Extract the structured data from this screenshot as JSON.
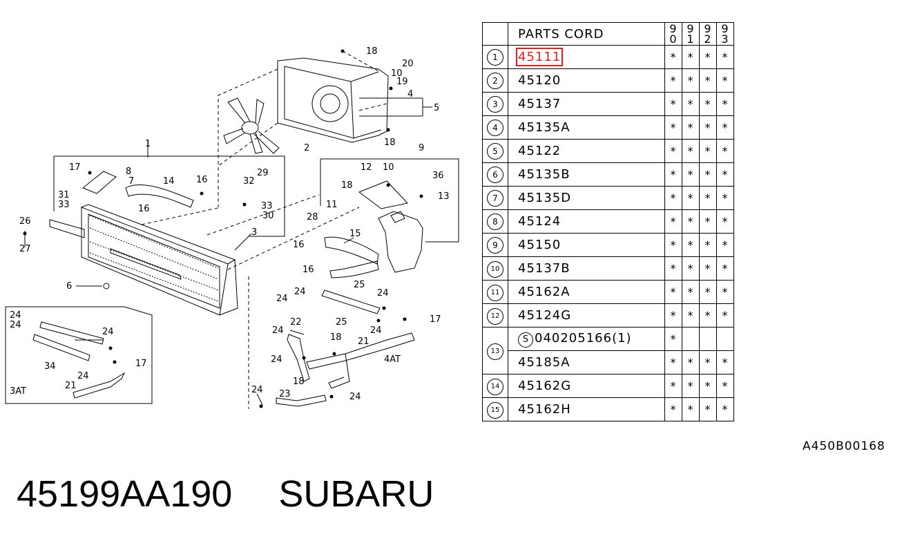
{
  "table": {
    "header": {
      "title": "PARTS CORD",
      "years": [
        "90",
        "91",
        "92",
        "93"
      ]
    },
    "rows": [
      {
        "ref": "1",
        "code": "45111",
        "marks": [
          "*",
          "*",
          "*",
          "*"
        ],
        "highlight": true
      },
      {
        "ref": "2",
        "code": "45120",
        "marks": [
          "*",
          "*",
          "*",
          "*"
        ]
      },
      {
        "ref": "3",
        "code": "45137",
        "marks": [
          "*",
          "*",
          "*",
          "*"
        ]
      },
      {
        "ref": "4",
        "code": "45135A",
        "marks": [
          "*",
          "*",
          "*",
          "*"
        ]
      },
      {
        "ref": "5",
        "code": "45122",
        "marks": [
          "*",
          "*",
          "*",
          "*"
        ]
      },
      {
        "ref": "6",
        "code": "45135B",
        "marks": [
          "*",
          "*",
          "*",
          "*"
        ]
      },
      {
        "ref": "7",
        "code": "45135D",
        "marks": [
          "*",
          "*",
          "*",
          "*"
        ]
      },
      {
        "ref": "8",
        "code": "45124",
        "marks": [
          "*",
          "*",
          "*",
          "*"
        ]
      },
      {
        "ref": "9",
        "code": "45150",
        "marks": [
          "*",
          "*",
          "*",
          "*"
        ]
      },
      {
        "ref": "10",
        "code": "45137B",
        "marks": [
          "*",
          "*",
          "*",
          "*"
        ]
      },
      {
        "ref": "11",
        "code": "45162A",
        "marks": [
          "*",
          "*",
          "*",
          "*"
        ]
      },
      {
        "ref": "12",
        "code": "45124G",
        "marks": [
          "*",
          "*",
          "*",
          "*"
        ]
      },
      {
        "ref": "13",
        "code": "040205166(1)",
        "std_mark": "S",
        "marks": [
          "*",
          "",
          "",
          ""
        ]
      },
      {
        "ref": "",
        "code": "45185A",
        "marks": [
          "*",
          "*",
          "*",
          "*"
        ]
      },
      {
        "ref": "14",
        "code": "45162G",
        "marks": [
          "*",
          "*",
          "*",
          "*"
        ]
      },
      {
        "ref": "15",
        "code": "45162H",
        "marks": [
          "*",
          "*",
          "*",
          "*"
        ]
      }
    ]
  },
  "diagram_code": "A450B00168",
  "footer": {
    "part_number": "45199AA190",
    "brand": "SUBARU"
  },
  "diagram": {
    "labels": [
      "18",
      "20",
      "10",
      "19",
      "4",
      "5",
      "2",
      "18",
      "1",
      "9",
      "17",
      "8",
      "7",
      "14",
      "16",
      "29",
      "32",
      "33",
      "31",
      "33",
      "16",
      "30",
      "12",
      "10",
      "36",
      "13",
      "18",
      "11",
      "28",
      "26",
      "3",
      "27",
      "15",
      "16",
      "6",
      "16",
      "25",
      "24",
      "24",
      "24",
      "17",
      "24",
      "25",
      "24",
      "24",
      "24",
      "17",
      "34",
      "24",
      "21",
      "3AT",
      "22",
      "24",
      "18",
      "24",
      "21",
      "4AT",
      "18",
      "24",
      "23",
      "24"
    ],
    "colors": {
      "highlight": "#e02020",
      "line": "#000000"
    }
  }
}
